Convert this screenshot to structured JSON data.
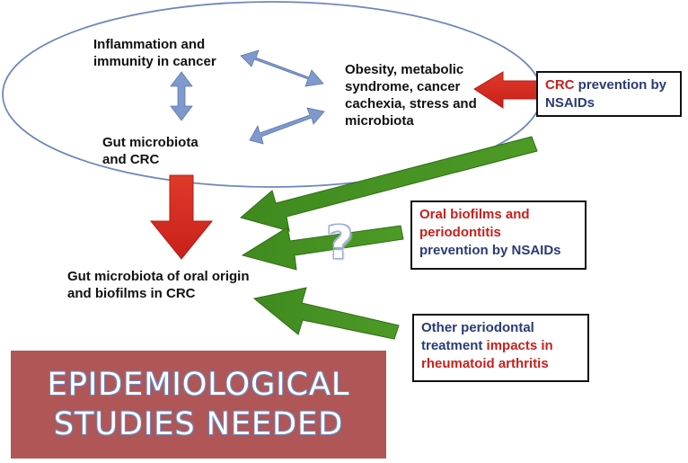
{
  "ellipse": {
    "node_inflammation": "Inflammation and\nimmunity in cancer",
    "node_obesity": "Obesity, metabolic\nsyndrome, cancer\ncachexia, stress and\nmicrobiota",
    "node_gut_crc": "Gut microbiota\n and CRC"
  },
  "node_oral_origin": "Gut microbiota of oral origin\nand biofilms in CRC",
  "box_crc": {
    "part1": "CRC",
    "part2": " prevention by\nNSAIDs"
  },
  "box_oral": {
    "part1": "Oral biofilms and\nperiodontitis",
    "part2": "\nprevention by NSAIDs"
  },
  "box_other": {
    "part1": "Other periodontal\ntreatment",
    "part2": " impacts in\nrheumatoid arthritis"
  },
  "question_mark": "?",
  "banner": "EPIDEMIOLOGICAL\nSTUDIES NEEDED",
  "colors": {
    "red_arrow": "#d42b1e",
    "green_arrow": "#3f8a1f",
    "blue_arrow": "#7f99cc",
    "ellipse_stroke": "#6f86bd",
    "banner_fill": "#b05656",
    "red_text": "#c8201c",
    "navy_text": "#2b3a78"
  }
}
